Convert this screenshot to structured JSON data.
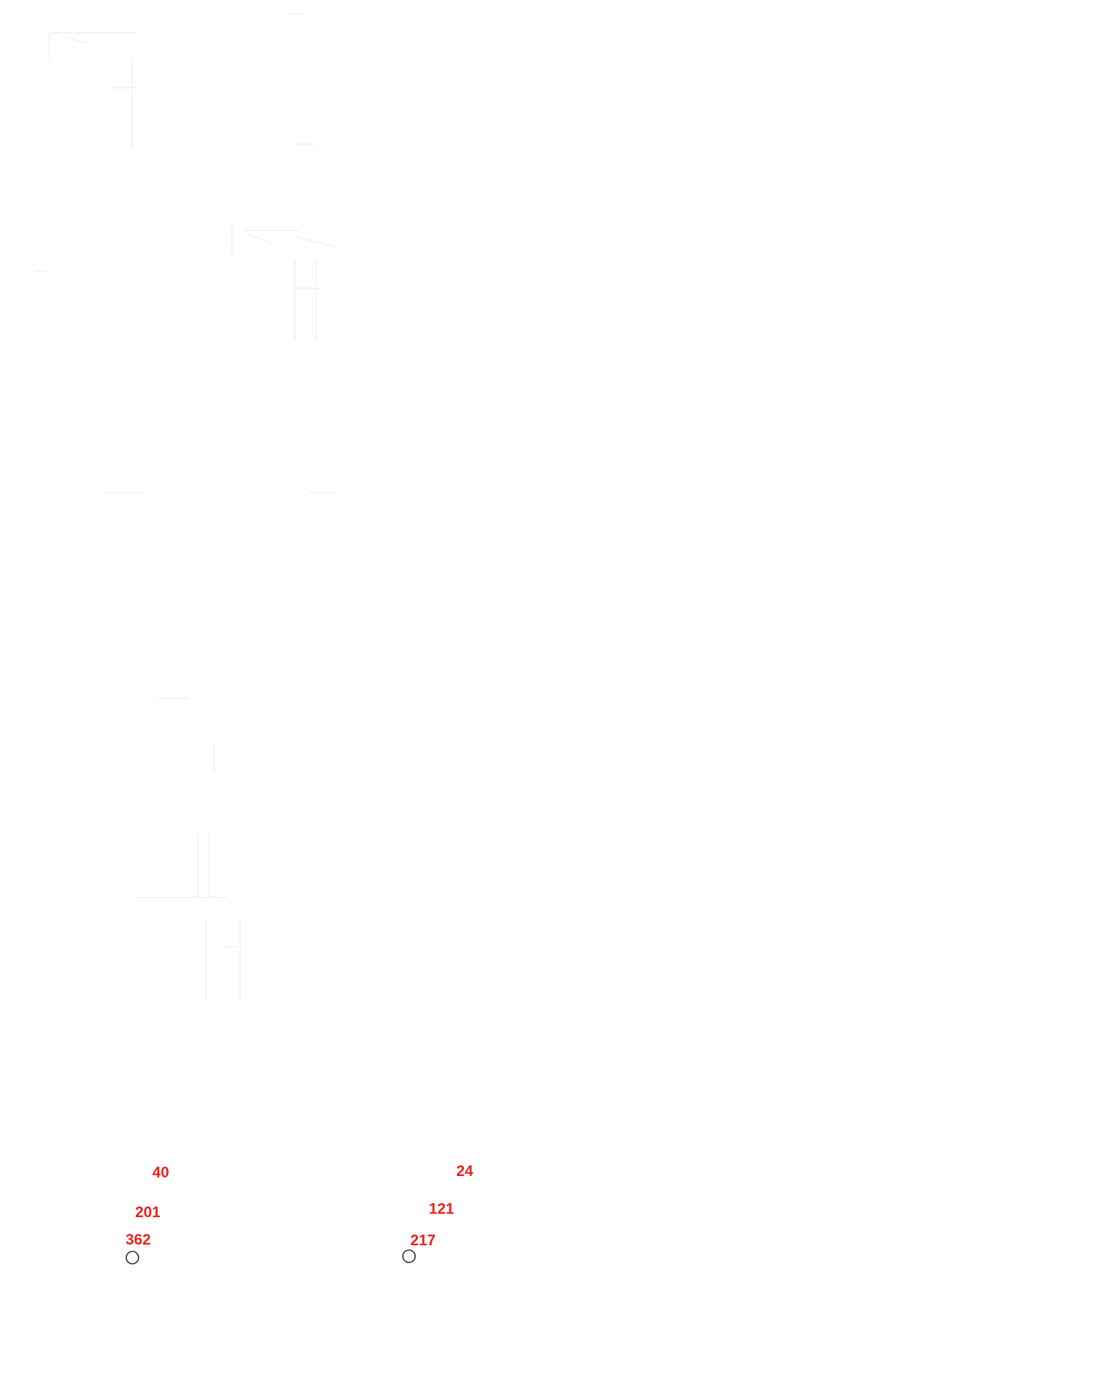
{
  "colors": {
    "background": "#ffffff",
    "label": "#e8221b",
    "node_stroke": "#222222",
    "faint_sketch": "#f3f3f3"
  },
  "groups": [
    {
      "labels": [
        "40",
        "201",
        "362"
      ]
    },
    {
      "labels": [
        "24",
        "121",
        "217"
      ]
    }
  ]
}
